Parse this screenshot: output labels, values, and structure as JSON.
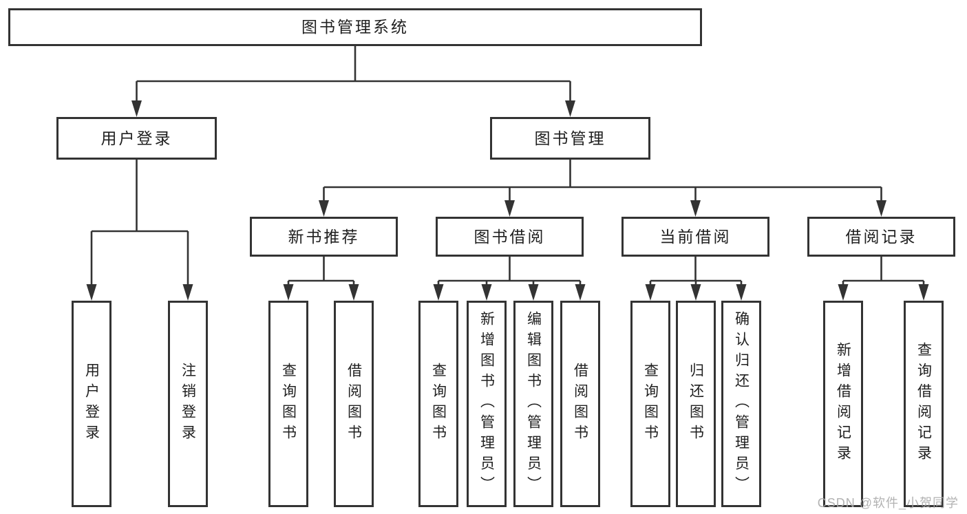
{
  "diagram": {
    "title": "图书管理系统",
    "nodes": [
      {
        "id": "root",
        "label": "图书管理系统",
        "parent": null
      },
      {
        "id": "user-login",
        "label": "用户登录",
        "parent": "root"
      },
      {
        "id": "book-mgmt",
        "label": "图书管理",
        "parent": "root"
      },
      {
        "id": "new-book-rec",
        "label": "新书推荐",
        "parent": "book-mgmt"
      },
      {
        "id": "book-borrow",
        "label": "图书借阅",
        "parent": "book-mgmt"
      },
      {
        "id": "current-borrow",
        "label": "当前借阅",
        "parent": "book-mgmt"
      },
      {
        "id": "borrow-records",
        "label": "借阅记录",
        "parent": "book-mgmt"
      },
      {
        "id": "user-login-leaf",
        "label": "用户登录",
        "parent": "user-login"
      },
      {
        "id": "logout-leaf",
        "label": "注销登录",
        "parent": "user-login"
      },
      {
        "id": "nbr-query-books",
        "label": "查询图书",
        "parent": "new-book-rec"
      },
      {
        "id": "nbr-borrow-books",
        "label": "借阅图书",
        "parent": "new-book-rec"
      },
      {
        "id": "bb-query-books",
        "label": "查询图书",
        "parent": "book-borrow"
      },
      {
        "id": "bb-add-books-admin",
        "label": "新增图书（管理员）",
        "parent": "book-borrow"
      },
      {
        "id": "bb-edit-books-admin",
        "label": "编辑图书（管理员）",
        "parent": "book-borrow"
      },
      {
        "id": "bb-borrow-books",
        "label": "借阅图书",
        "parent": "book-borrow"
      },
      {
        "id": "cb-query-books",
        "label": "查询图书",
        "parent": "current-borrow"
      },
      {
        "id": "cb-return-books",
        "label": "归还图书",
        "parent": "current-borrow"
      },
      {
        "id": "cb-confirm-return-admin",
        "label": "确认归还（管理员）",
        "parent": "current-borrow"
      },
      {
        "id": "br-add-record",
        "label": "新增借阅记录",
        "parent": "borrow-records"
      },
      {
        "id": "br-query-record",
        "label": "查询借阅记录",
        "parent": "borrow-records"
      }
    ]
  },
  "watermark": "CSDN @软件_小贺同学",
  "colors": {
    "line": "#333333",
    "box_border": "#333333",
    "box_bg": "#ffffff",
    "text": "#1f1f1f",
    "watermark": "#aaaaaa"
  }
}
